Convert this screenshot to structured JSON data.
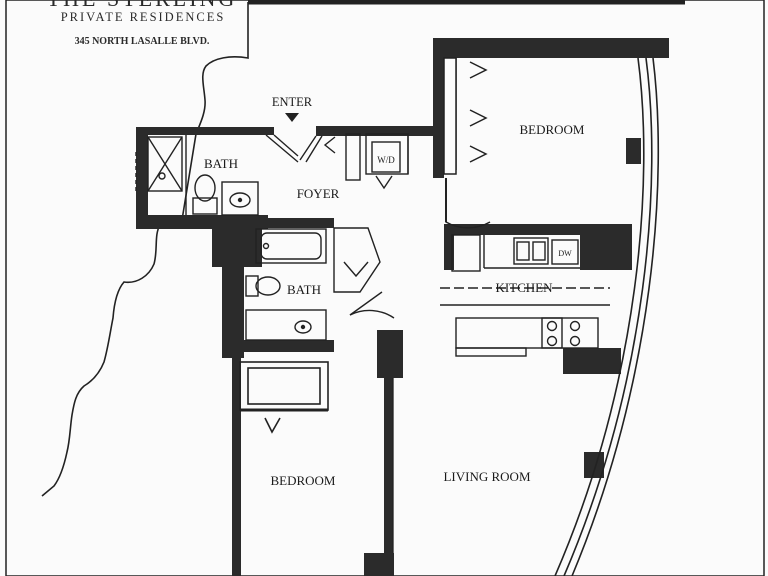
{
  "header": {
    "building_name": "THE STERLING",
    "subtitle": "PRIVATE RESIDENCES",
    "address": "345 NORTH LASALLE BLVD."
  },
  "entry": {
    "label": "ENTER"
  },
  "rooms": {
    "bedroom_north": "BEDROOM",
    "bath_west": "BATH",
    "foyer": "FOYER",
    "laundry": "W/D",
    "bath_center": "BATH",
    "kitchen": "KITCHEN",
    "dishwasher": "DW",
    "bedroom_south": "BEDROOM",
    "living_room": "LIVING ROOM"
  },
  "colors": {
    "wall": "#2b2b2b",
    "line": "#222222",
    "background": "#fbfbfb"
  }
}
